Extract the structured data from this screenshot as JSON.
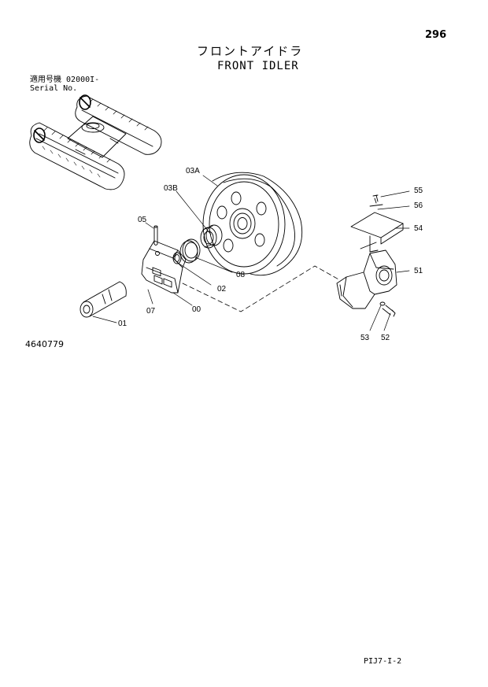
{
  "header": {
    "page_number": "296",
    "title_jp": "フロントアイドラ",
    "title_en": "FRONT IDLER"
  },
  "serial": {
    "label_jp": "適用号機",
    "value": "02000I-",
    "label_en": "Serial No."
  },
  "document_number": "4640779",
  "sheet_code": "PIJ7-I-2",
  "callouts": [
    {
      "id": "03A",
      "text": "03A"
    },
    {
      "id": "03B",
      "text": "03B"
    },
    {
      "id": "05",
      "text": "05"
    },
    {
      "id": "08",
      "text": "08"
    },
    {
      "id": "02",
      "text": "02"
    },
    {
      "id": "07",
      "text": "07"
    },
    {
      "id": "00",
      "text": "00"
    },
    {
      "id": "01",
      "text": "01"
    },
    {
      "id": "55",
      "text": "55"
    },
    {
      "id": "56",
      "text": "56"
    },
    {
      "id": "54",
      "text": "54"
    },
    {
      "id": "51",
      "text": "51"
    },
    {
      "id": "53",
      "text": "53"
    },
    {
      "id": "52",
      "text": "52"
    }
  ]
}
